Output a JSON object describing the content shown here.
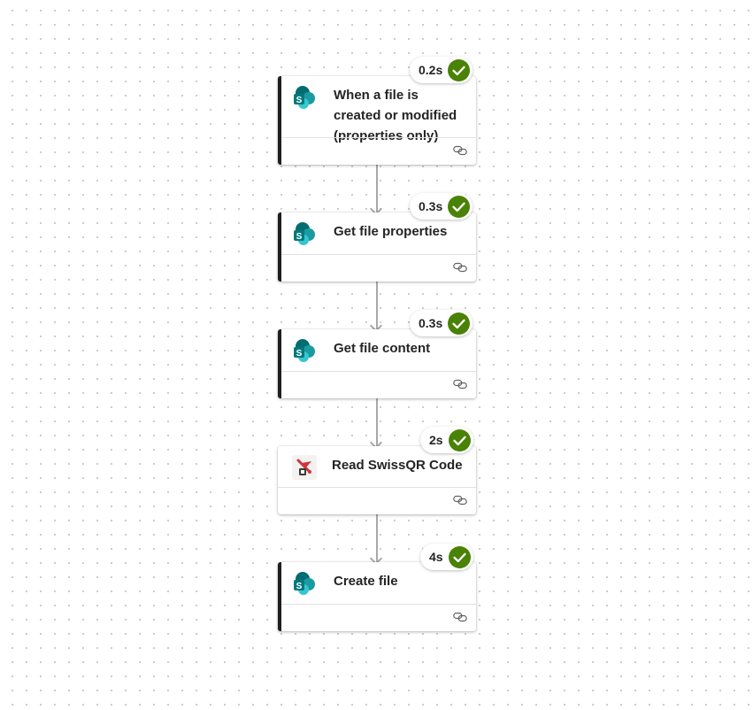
{
  "flow": {
    "steps": [
      {
        "title": "When a file is created or modified (properties only)",
        "duration": "0.2s",
        "status": "succeeded",
        "connector_icon": "sharepoint-icon",
        "is_trigger": true
      },
      {
        "title": "Get file properties",
        "duration": "0.3s",
        "status": "succeeded",
        "connector_icon": "sharepoint-icon",
        "is_trigger": true
      },
      {
        "title": "Get file content",
        "duration": "0.3s",
        "status": "succeeded",
        "connector_icon": "sharepoint-icon",
        "is_trigger": true
      },
      {
        "title": "Read SwissQR Code",
        "duration": "2s",
        "status": "succeeded",
        "connector_icon": "swissqr-icon",
        "is_trigger": false
      },
      {
        "title": "Create file",
        "duration": "4s",
        "status": "succeeded",
        "connector_icon": "sharepoint-icon",
        "is_trigger": true
      }
    ]
  },
  "colors": {
    "success": "#498205",
    "sharepoint_primary": "#038387",
    "sharepoint_light": "#37c6d0",
    "connector_line": "#a8a8a8"
  }
}
